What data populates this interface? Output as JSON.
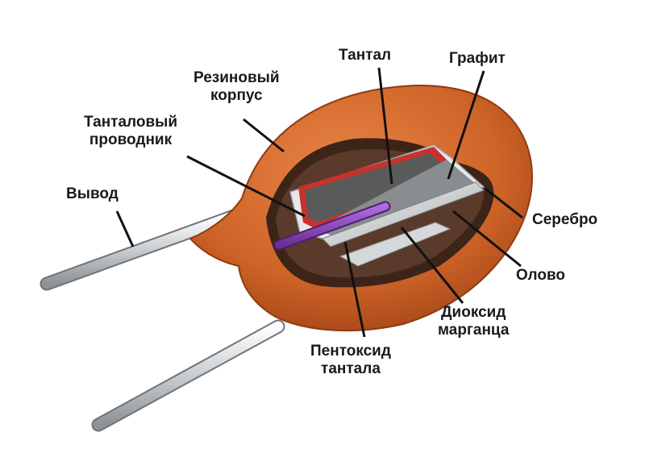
{
  "diagram": {
    "labels": {
      "lead": "Вывод",
      "tantalum_wire": [
        "Танталовый",
        "проводник"
      ],
      "rubber_case": [
        "Резиновый",
        "корпус"
      ],
      "tantalum": "Тантал",
      "graphite": "Графит",
      "silver": "Серебро",
      "tin": "Олово",
      "manganese_dioxide": [
        "Диоксид",
        "марганца"
      ],
      "tantalum_pentoxide": [
        "Пентоксид",
        "тантала"
      ]
    },
    "colors": {
      "case": "#d2692a",
      "case_dark": "#8f3a12",
      "tantalum": "#5a5a5a",
      "oxide_edge": "#c8322c",
      "wire": "#8a45b8",
      "metal": "#d9dde0"
    }
  }
}
